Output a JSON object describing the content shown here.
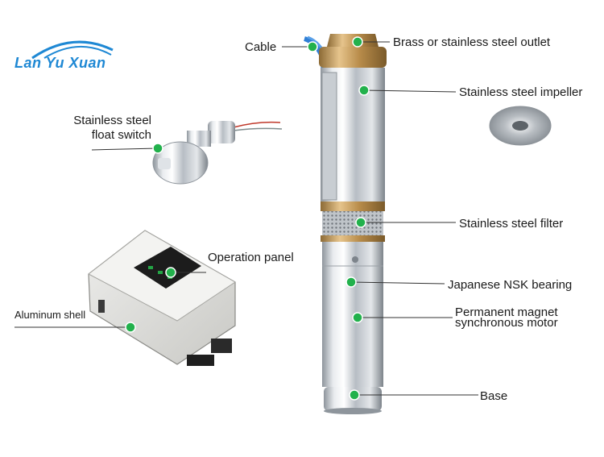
{
  "brand": {
    "logo_text": "Lan Yu Xuan",
    "color": "#1e88d4"
  },
  "callouts": {
    "cable": "Cable",
    "outlet": "Brass or stainless steel outlet",
    "impeller": "Stainless steel impeller",
    "float_line1": "Stainless steel",
    "float_line2": "float switch",
    "filter": "Stainless steel filter",
    "operation_panel": "Operation panel",
    "bearing": "Japanese NSK bearing",
    "aluminum_shell": "Aluminum shell",
    "motor_line1": "Permanent magnet",
    "motor_line2": "synchronous motor",
    "base": "Base"
  },
  "colors": {
    "marker": "#22b14c",
    "leader": "#333333",
    "steel": "#c9ced4",
    "brass": "#c8a060",
    "cable": "#2f7fd6"
  }
}
